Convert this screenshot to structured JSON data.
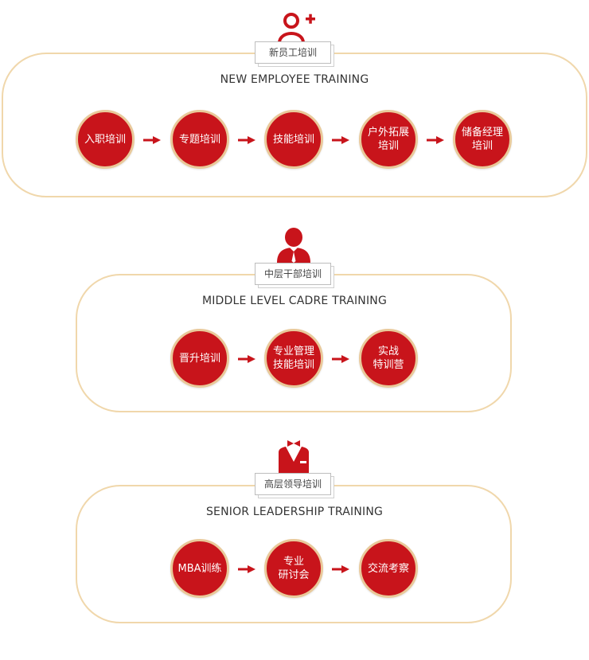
{
  "sections": [
    {
      "tag": "新员工培训",
      "title": "NEW EMPLOYEE TRAINING",
      "icon": "user-plus-icon",
      "steps": [
        "入职培训",
        "专题培训",
        "技能培训",
        "户外拓展\n培训",
        "储备经理\n培训"
      ]
    },
    {
      "tag": "中层干部培训",
      "title": "MIDDLE LEVEL CADRE TRAINING",
      "icon": "manager-tie-icon",
      "steps": [
        "晋升培训",
        "专业管理\n技能培训",
        "实战\n特训营"
      ]
    },
    {
      "tag": "高层领导培训",
      "title": "SENIOR LEADERSHIP TRAINING",
      "icon": "executive-bowtie-icon",
      "steps": [
        "MBA训练",
        "专业\n研讨会",
        "交流考察"
      ]
    }
  ],
  "colors": {
    "accent": "#c8141b",
    "frame_border": "#f0d7ab",
    "circle_ring": "#e9c99a",
    "title_text": "#333333"
  }
}
